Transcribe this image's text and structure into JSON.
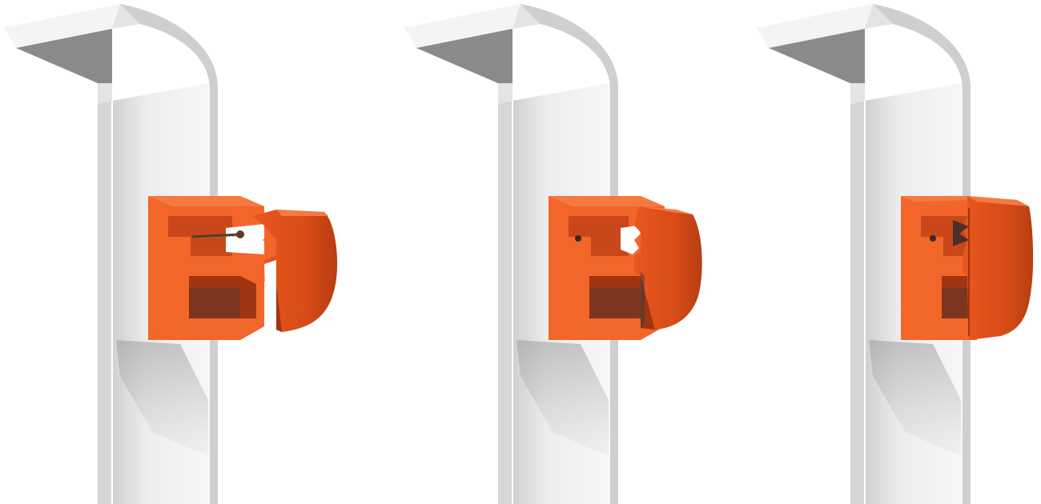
{
  "scene": {
    "description_free": true,
    "colors": {
      "background": "#ffffff",
      "post_light": "#f2f2f2",
      "post_mid": "#d9d9d9",
      "post_dark": "#8c8c8c",
      "clip_main": "#f2662a",
      "clip_shadow": "#c9471a",
      "clip_dark": "#9f3512",
      "screw": "#5a3b2a"
    },
    "steps": [
      {
        "id": "step-1",
        "state": "open"
      },
      {
        "id": "step-2",
        "state": "half-closed"
      },
      {
        "id": "step-3",
        "state": "closed"
      }
    ]
  }
}
